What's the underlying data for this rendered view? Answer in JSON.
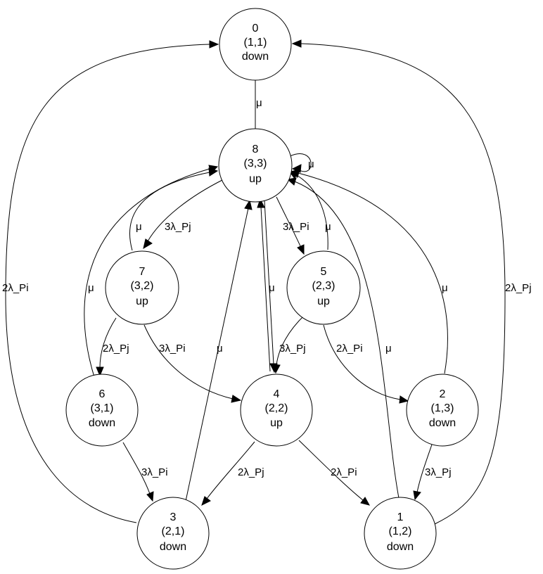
{
  "diagram": {
    "nodes": [
      {
        "id": "0",
        "pair": "(1,1)",
        "status": "down"
      },
      {
        "id": "8",
        "pair": "(3,3)",
        "status": "up"
      },
      {
        "id": "7",
        "pair": "(3,2)",
        "status": "up"
      },
      {
        "id": "5",
        "pair": "(2,3)",
        "status": "up"
      },
      {
        "id": "6",
        "pair": "(3,1)",
        "status": "down"
      },
      {
        "id": "4",
        "pair": "(2,2)",
        "status": "up"
      },
      {
        "id": "2",
        "pair": "(1,3)",
        "status": "down"
      },
      {
        "id": "3",
        "pair": "(2,1)",
        "status": "down"
      },
      {
        "id": "1",
        "pair": "(1,2)",
        "status": "down"
      }
    ],
    "edges": [
      {
        "from": "0",
        "to": "8",
        "label": "μ"
      },
      {
        "from": "8",
        "to": "8",
        "label": "μ"
      },
      {
        "from": "8",
        "to": "7",
        "label": "3λ_Pj"
      },
      {
        "from": "7",
        "to": "8",
        "label": "μ"
      },
      {
        "from": "8",
        "to": "5",
        "label": "3λ_Pi"
      },
      {
        "from": "5",
        "to": "8",
        "label": "μ"
      },
      {
        "from": "6",
        "to": "8",
        "label": "μ"
      },
      {
        "from": "2",
        "to": "8",
        "label": "μ"
      },
      {
        "from": "3",
        "to": "0",
        "label": "2λ_Pi"
      },
      {
        "from": "1",
        "to": "0",
        "label": "2λ_Pj"
      },
      {
        "from": "4",
        "to": "8",
        "label": "μ"
      },
      {
        "from": "8",
        "to": "4",
        "label": ""
      },
      {
        "from": "7",
        "to": "6",
        "label": "2λ_Pj"
      },
      {
        "from": "7",
        "to": "4",
        "label": "3λ_Pi"
      },
      {
        "from": "5",
        "to": "4",
        "label": "3λ_Pj"
      },
      {
        "from": "5",
        "to": "2",
        "label": "2λ_Pi"
      },
      {
        "from": "3",
        "to": "8",
        "label": "μ"
      },
      {
        "from": "1",
        "to": "8",
        "label": "μ"
      },
      {
        "from": "6",
        "to": "3",
        "label": "3λ_Pi"
      },
      {
        "from": "4",
        "to": "3",
        "label": "2λ_Pj"
      },
      {
        "from": "4",
        "to": "1",
        "label": "2λ_Pi"
      },
      {
        "from": "2",
        "to": "1",
        "label": "3λ_Pj"
      }
    ]
  }
}
